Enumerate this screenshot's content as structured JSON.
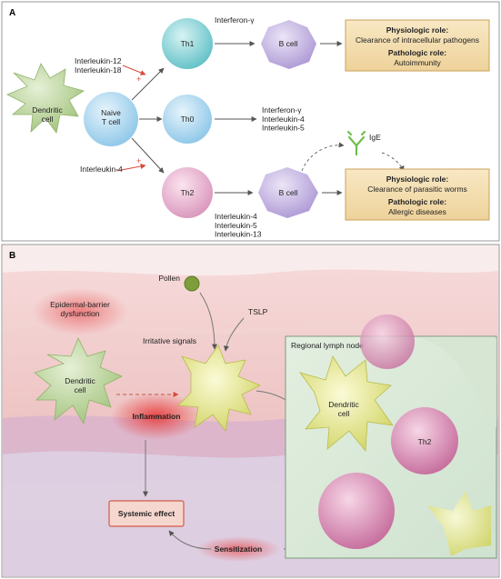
{
  "panelA": {
    "label": "A",
    "cells": {
      "dendritic": "Dendritic\ncell",
      "naive": "Naive\nT cell",
      "th1": "Th1",
      "th0": "Th0",
      "th2": "Th2",
      "bcell_top": "B cell",
      "bcell_bottom": "B cell"
    },
    "cytokines": {
      "to_th1": "Interleukin-12\nInterleukin-18",
      "to_th2": "Interleukin-4",
      "from_th1": "Interferon-γ",
      "from_th0": "Interferon-γ\nInterleukin-4\nInterleukin-5",
      "from_th2": "Interleukin-4\nInterleukin-5\nInterleukin-13"
    },
    "plus": "+",
    "antibody": "IgE",
    "roles": {
      "top": {
        "physiologic_title": "Physiologic role:",
        "physiologic_text": "Clearance of intracellular pathogens",
        "pathologic_title": "Pathologic role:",
        "pathologic_text": "Autoimmunity"
      },
      "bottom": {
        "physiologic_title": "Physiologic role:",
        "physiologic_text": "Clearance of parasitic worms",
        "pathologic_title": "Pathologic role:",
        "pathologic_text": "Allergic diseases"
      }
    }
  },
  "panelB": {
    "label": "B",
    "pollen": "Pollen",
    "tslp": "TSLP",
    "barrier": "Epidermal-barrier\ndysfunction",
    "irritative": "Irritative signals",
    "dendritic": "Dendritic\ncell",
    "inflammation": "Inflammation",
    "systemic": "Systemic effect",
    "sensitization": "Sensitization",
    "lymph_node": "Regional lymph node",
    "ln_dendritic": "Dendritic\ncell",
    "ln_th2": "Th2"
  },
  "colors": {
    "dendritic_green": "#b9d39a",
    "naive_blue": "#a9d6ef",
    "th1_teal": "#7fcfd4",
    "th2_pink": "#e8b3cf",
    "bcell_lilac": "#c7b8e3",
    "role_box": "#f3dfb2",
    "activated_yellow": "#e6e88f",
    "inflammation_red": "#e84c4c",
    "arrow_red": "#d84a3a"
  }
}
